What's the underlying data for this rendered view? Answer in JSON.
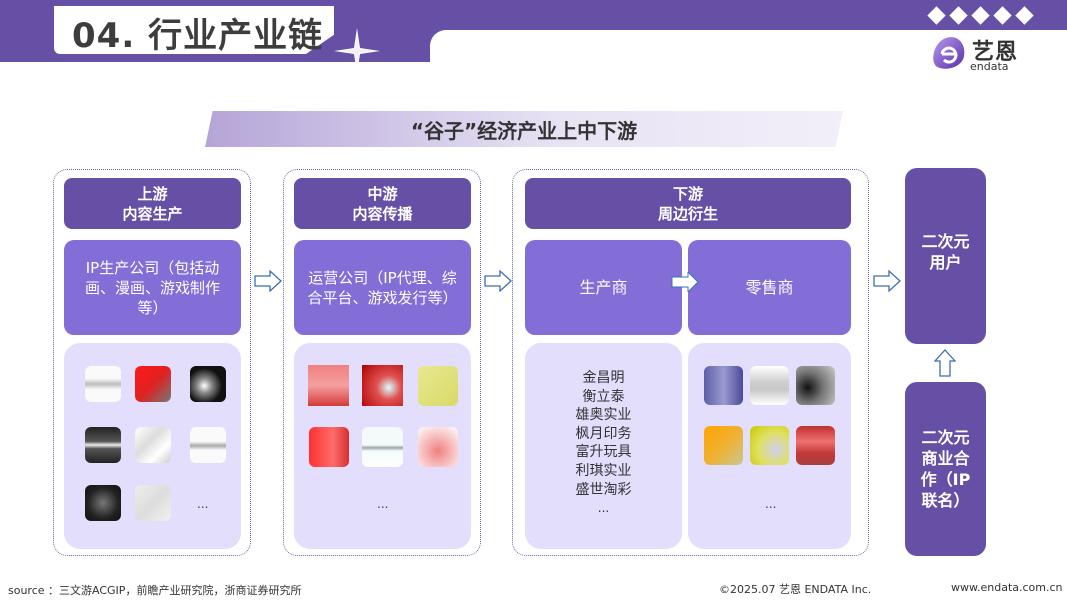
{
  "header": {
    "title": "04. 行业产业链",
    "diamond_count": 5,
    "logo": {
      "cn": "艺恩",
      "en": "endata"
    }
  },
  "subtitle": "“谷子”经济产业上中下游",
  "colors": {
    "brand_purple": "#6550a6",
    "desc_purple": "#836dd6",
    "panel_lavender": "#e2defc"
  },
  "upstream": {
    "header_line1": "上游",
    "header_line2": "内容生产",
    "description": "IP生产公司（包括动画、漫画、游戏制作等）",
    "thumbnails": [
      "ip-logo-1",
      "ip-logo-2",
      "ip-logo-3",
      "ip-logo-4",
      "ip-logo-5",
      "ip-logo-6",
      "ip-logo-7",
      "ip-logo-8"
    ],
    "more": "..."
  },
  "midstream": {
    "header_line1": "中游",
    "header_line2": "内容传播",
    "description": "运营公司（IP代理、综合平台、游戏发行等）",
    "thumbnails": [
      "operator-logo-1",
      "operator-logo-2",
      "operator-logo-3",
      "operator-logo-4",
      "operator-logo-5",
      "operator-logo-6"
    ],
    "more": "..."
  },
  "downstream": {
    "header_line1": "下游",
    "header_line2": "周边衍生",
    "manufacturer": {
      "label": "生产商",
      "companies": [
        "金昌明",
        "衡立泰",
        "雄奥实业",
        "枫月印务",
        "富升玩具",
        "利琪实业",
        "盛世淘彩"
      ],
      "more": "..."
    },
    "retailer": {
      "label": "零售商",
      "thumbnails": [
        "retailer-logo-1",
        "retailer-logo-2",
        "retailer-logo-3",
        "retailer-logo-4",
        "retailer-logo-5",
        "retailer-logo-6"
      ],
      "more": "..."
    }
  },
  "end_nodes": {
    "users": {
      "line1": "二次元",
      "line2": "用户"
    },
    "collab": {
      "lines": [
        "二次元",
        "商业合",
        "作（IP",
        "联名）"
      ]
    }
  },
  "footer": {
    "source": "source ：三文游ACGIP，前瞻产业研究院，浙商证券研究所",
    "copyright": "©2025.07  艺恩 ENDATA Inc.",
    "url": "www.endata.com.cn"
  }
}
